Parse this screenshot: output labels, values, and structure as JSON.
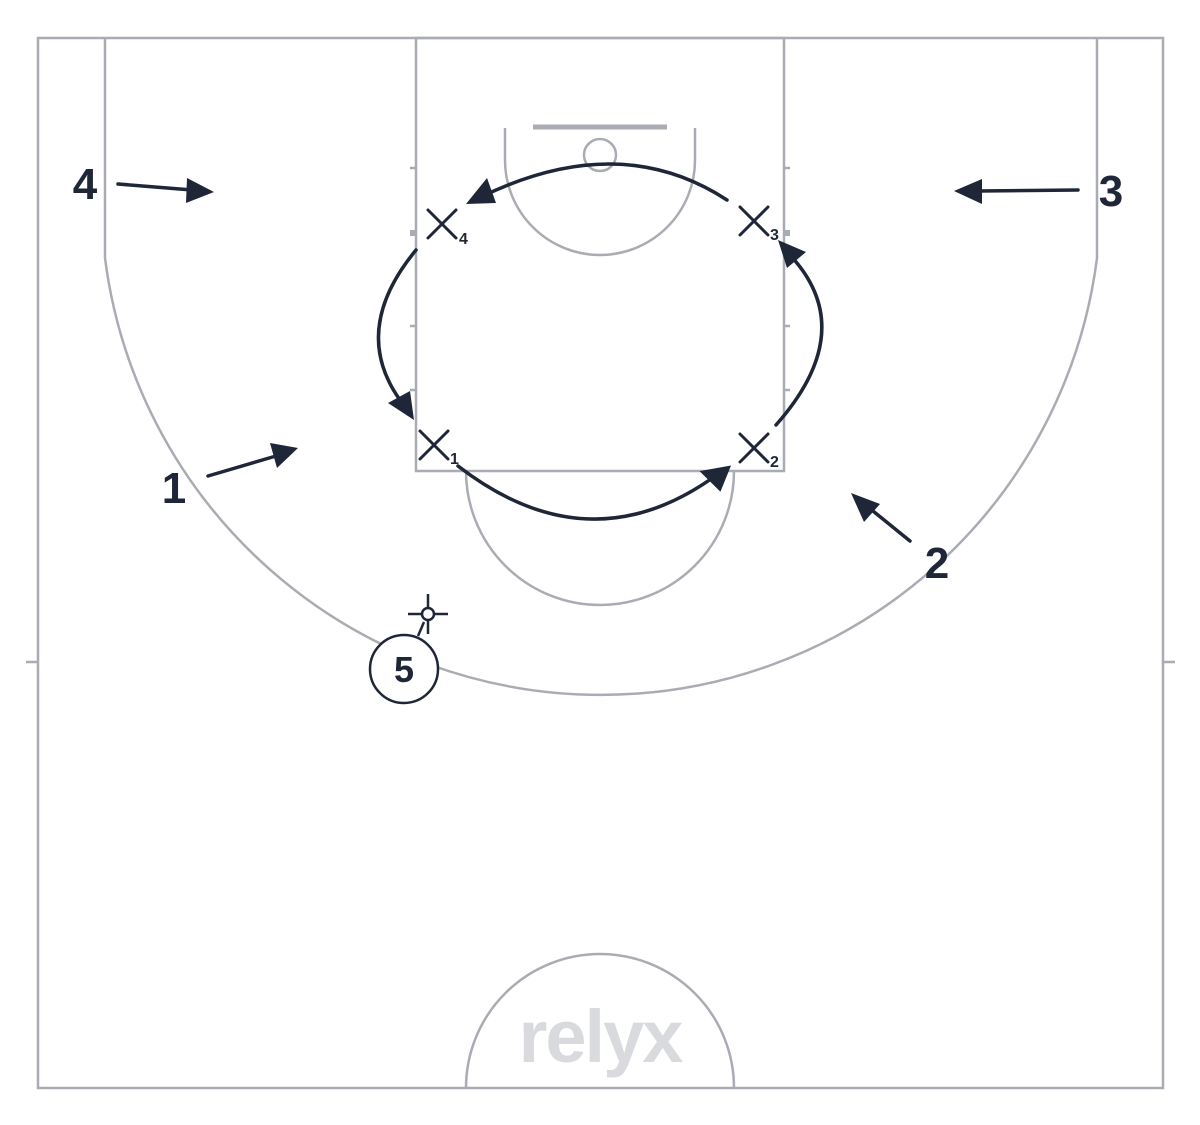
{
  "court": {
    "line_color": "#a9acb3",
    "play_color": "#1e2638",
    "watermark": "relyx"
  },
  "defenders": [
    {
      "id": "x1",
      "label": "1"
    },
    {
      "id": "x2",
      "label": "2"
    },
    {
      "id": "x3",
      "label": "3"
    },
    {
      "id": "x4",
      "label": "4"
    }
  ],
  "offense": [
    {
      "id": "p1",
      "label": "1"
    },
    {
      "id": "p2",
      "label": "2"
    },
    {
      "id": "p3",
      "label": "3"
    },
    {
      "id": "p4",
      "label": "4"
    },
    {
      "id": "p5",
      "label": "5",
      "has_ball": true
    }
  ]
}
